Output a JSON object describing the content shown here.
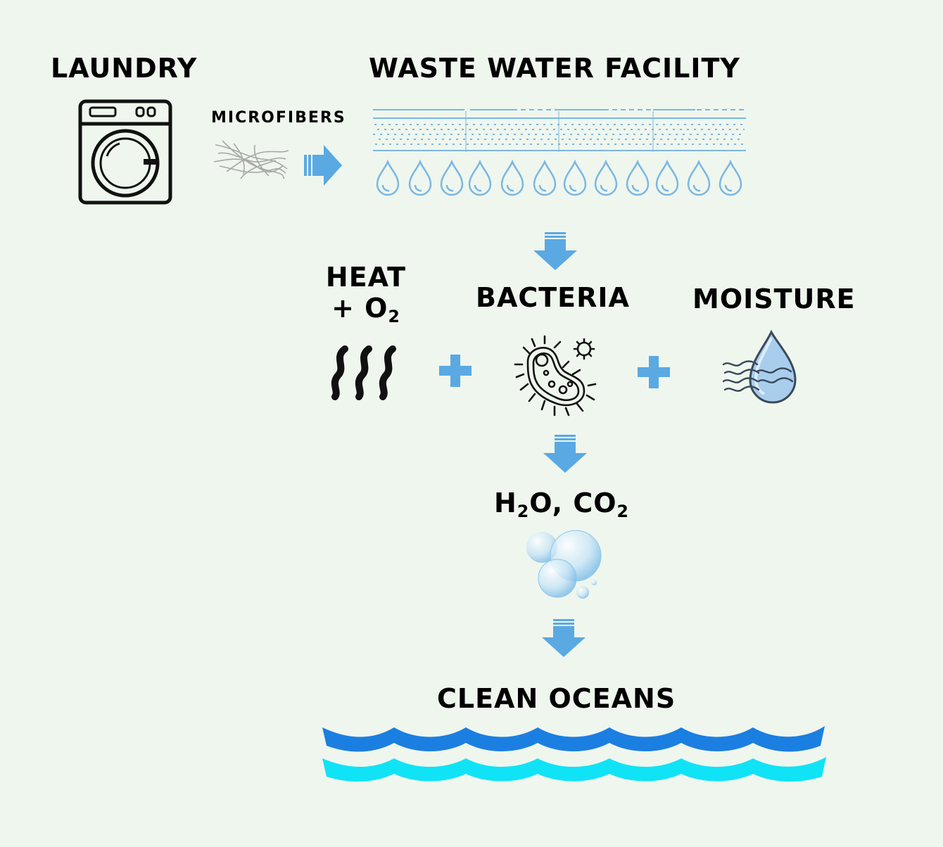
{
  "colors": {
    "background": "#eef6ee",
    "arrow_blue": "#5aa9e3",
    "filter_blue": "#7ab8e3",
    "wave_dark": "#1a7fe0",
    "wave_light": "#10e3f5",
    "icon_black": "#111111",
    "moisture_drop": "#a9cdec",
    "bubble": "#a6d2ef",
    "fiber_gray": "#a8a8a8"
  },
  "labels": {
    "laundry": "LAUNDRY",
    "microfibers": "MICROFIBERS",
    "facility": "WASTE WATER FACILITY",
    "heat_line1": "HEAT",
    "heat_line2_prefix": "+ O",
    "heat_line2_sub": "2",
    "bacteria": "BACTERIA",
    "moisture": "MOISTURE",
    "h2o_h": "H",
    "h2o_sub": "2",
    "h2o_rest": "O, CO",
    "co2_sub": "2",
    "clean_oceans": "CLEAN OCEANS"
  },
  "icons": [
    "washing-machine-icon",
    "microfibers-icon",
    "filter-layers-icon",
    "water-drop-icon",
    "arrow-down-icon",
    "heat-waves-icon",
    "plus-icon",
    "bacteria-icon",
    "moisture-drop-icon",
    "bubbles-icon",
    "ocean-waves-icon"
  ]
}
